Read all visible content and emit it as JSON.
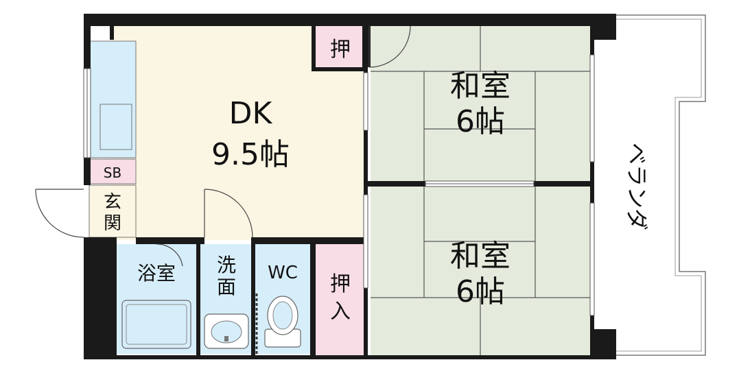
{
  "floorplan": {
    "rooms": {
      "dk": {
        "name": "DK",
        "size": "9.5帖"
      },
      "washitsu_upper": {
        "name": "和室",
        "size": "6帖"
      },
      "washitsu_lower": {
        "name": "和室",
        "size": "6帖"
      },
      "oshi_upper": "押",
      "oshiire_lower": [
        "押",
        "入"
      ],
      "shoe_box": "SB",
      "genkan": [
        "玄",
        "関"
      ],
      "bathroom": "浴室",
      "washroom": [
        "洗",
        "面"
      ],
      "toilet": "WC",
      "veranda": "ベランダ"
    },
    "colors": {
      "wall": "#1a1a1a",
      "dk_floor": "#fbf5e3",
      "tatami": "#e4ebdc",
      "closet": "#f8dde6",
      "water_area": "#d6eefa",
      "outline": "#777777"
    }
  }
}
